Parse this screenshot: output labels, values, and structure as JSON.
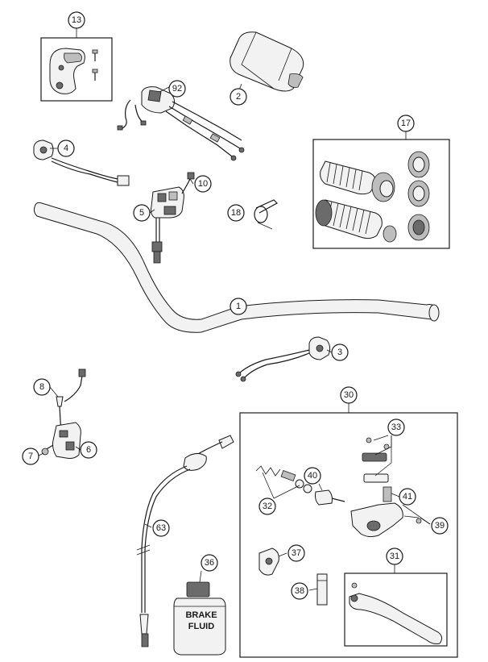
{
  "callouts": {
    "c1": "1",
    "c2": "2",
    "c3": "3",
    "c4": "4",
    "c5": "5",
    "c6": "6",
    "c7": "7",
    "c8": "8",
    "c10": "10",
    "c13": "13",
    "c17": "17",
    "c18": "18",
    "c30": "30",
    "c31": "31",
    "c32": "32",
    "c33": "33",
    "c36": "36",
    "c37": "37",
    "c38": "38",
    "c39": "39",
    "c40": "40",
    "c41": "41",
    "c63": "63",
    "c92": "92"
  },
  "bottle_label": {
    "line1": "BRAKE",
    "line2": "FLUID"
  }
}
